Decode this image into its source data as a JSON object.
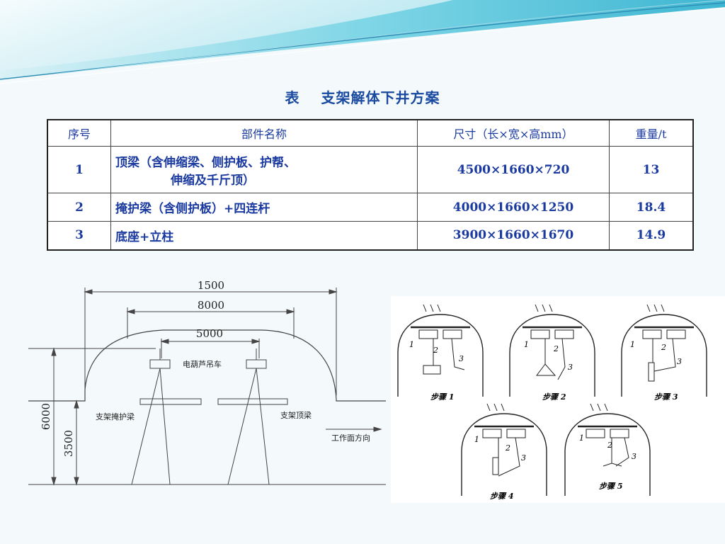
{
  "title": {
    "prefix": "表",
    "text": "支架解体下井方案"
  },
  "table": {
    "headers": [
      "序号",
      "部件名称",
      "尺寸（长×宽×高mm）",
      "重量/t"
    ],
    "rows": [
      {
        "no": "1",
        "name_line1": "顶梁（含伸缩梁、侧护板、护帮、",
        "name_line2": "伸缩及千斤顶）",
        "size": "4500×1660×720",
        "weight": "13"
      },
      {
        "no": "2",
        "name_line1": "掩护梁（含侧护板）+四连杆",
        "size": "4000×1660×1250",
        "weight": "18.4"
      },
      {
        "no": "3",
        "name_line1": "底座+立柱",
        "size": "3900×1660×1670",
        "weight": "14.9"
      }
    ]
  },
  "section_diagram": {
    "dim_top": "1500",
    "dim_mid": "8000",
    "dim_low": "5000",
    "hoist_label": "电葫芦吊车",
    "left_label": "支架掩护梁",
    "right_label": "支架顶梁",
    "direction_label": "工作面方向",
    "height_total": "6000",
    "height_wall": "3500"
  },
  "steps": {
    "part_labels": [
      "1",
      "2",
      "3"
    ],
    "step_labels": [
      "步骤 1",
      "步骤 2",
      "步骤 3",
      "步骤 4",
      "步骤 5"
    ]
  },
  "colors": {
    "title": "#1a4aa0",
    "table_text": "#1a3aa0",
    "banner_teal": "#6ccfe0",
    "background": "#f4f9fb"
  }
}
